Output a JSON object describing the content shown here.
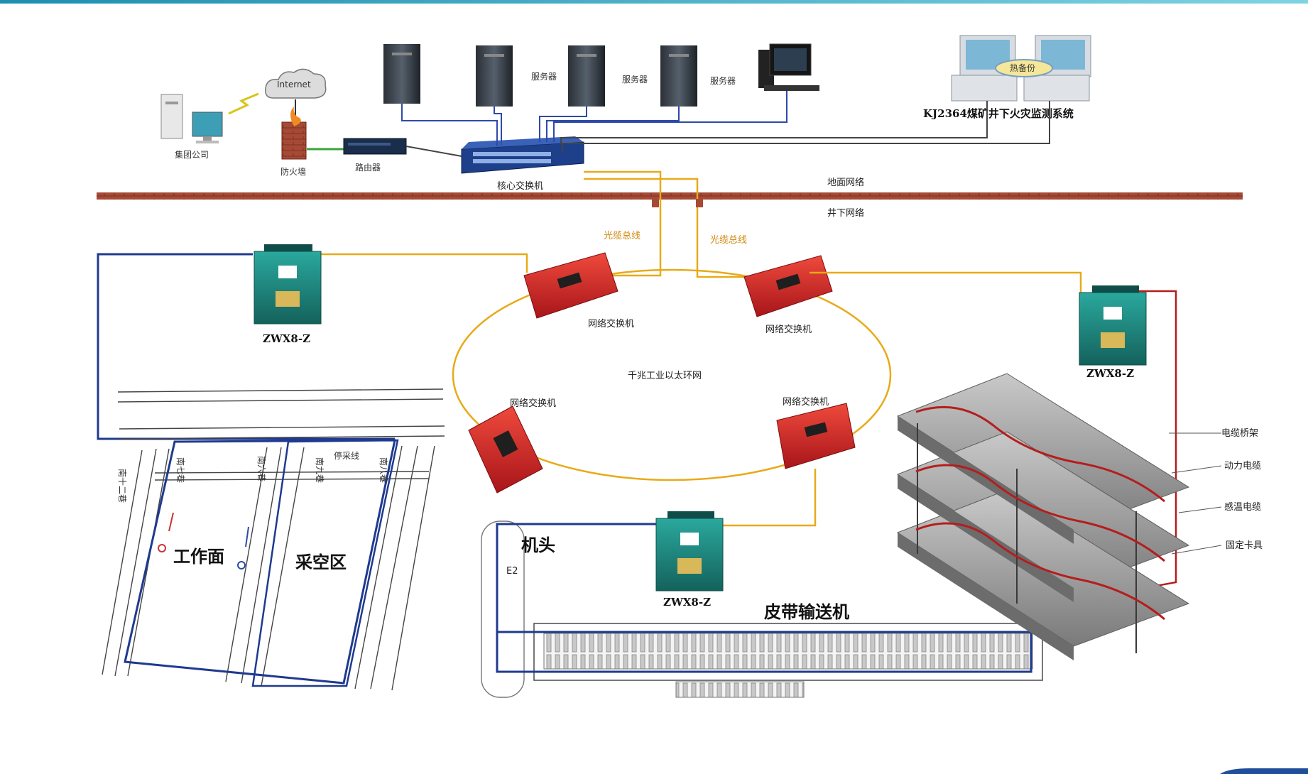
{
  "colors": {
    "top_bar": "#2aa8c4",
    "ground_band": "#a64a36",
    "fiber": "#e8aa18",
    "ethernet_blue": "#1f3a8f",
    "power_red": "#b51d1d",
    "switch_red": "#d4282a",
    "station_teal": "#1e8a82",
    "corner_accent": "#1f4f9a"
  },
  "surface": {
    "group_company": "集团公司",
    "internet": "Internet",
    "firewall": "防火墙",
    "router": "路由器",
    "core_switch": "核心交换机",
    "servers": [
      "服务器",
      "服务器",
      "服务器"
    ],
    "hot_backup": "热备份",
    "system_name": "KJ2364煤矿井下火灾监测系统",
    "ground_network": "地面网络"
  },
  "underground": {
    "network_label": "井下网络",
    "fiber_bus": [
      "光缆总线",
      "光缆总线"
    ],
    "ring_label": "千兆工业以太环网",
    "switches": [
      "网络交换机",
      "网络交换机",
      "网络交换机",
      "网络交换机"
    ],
    "stations": [
      "ZWX8-Z",
      "ZWX8-Z",
      "ZWX8-Z"
    ]
  },
  "mine_map": {
    "roadways": [
      "南十二巷",
      "南七巷",
      "南六巷",
      "南九巷",
      "停采线",
      "南八巷"
    ],
    "working_face": "工作面",
    "goaf": "采空区"
  },
  "conveyor": {
    "head": "机头",
    "e2_mark": "E2",
    "name": "皮带输送机"
  },
  "cable_tray": {
    "labels": [
      "电缆桥架",
      "动力电缆",
      "感温电缆",
      "固定卡具"
    ]
  }
}
